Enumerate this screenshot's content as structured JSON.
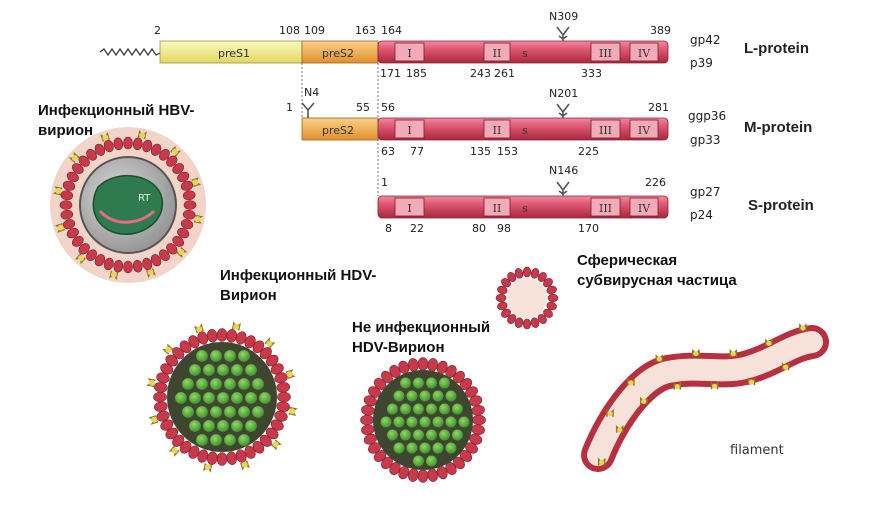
{
  "proteins": [
    {
      "name": "L-protein",
      "gp_top": "gp42",
      "gp_bottom": "p39",
      "start": "2",
      "marks_top": [
        "108",
        "109",
        "163",
        "164"
      ],
      "glyco": "N309",
      "end": "389",
      "marks_bottom": [
        "171",
        "185",
        "243",
        "261",
        "333"
      ],
      "segments": [
        "preS1",
        "preS2"
      ]
    },
    {
      "name": "M-protein",
      "gp_top": "ggp36",
      "gp_bottom": "gp33",
      "start": "1",
      "n_glyco": "N4",
      "marks_top": [
        "55",
        "56"
      ],
      "glyco": "N201",
      "end": "281",
      "marks_bottom": [
        "63",
        "77",
        "135",
        "153",
        "225"
      ],
      "segments": [
        "preS2"
      ]
    },
    {
      "name": "S-protein",
      "gp_top": "gp27",
      "gp_bottom": "p24",
      "start": "1",
      "glyco": "N146",
      "end": "226",
      "marks_bottom": [
        "8",
        "22",
        "80",
        "98",
        "170"
      ],
      "segments": []
    }
  ],
  "domains": [
    "I",
    "II",
    "s",
    "III",
    "IV"
  ],
  "labels": {
    "hbv": "Инфекционный HBV-вирион",
    "hdv": "Инфекционный HDV-Вирион",
    "hdv_non": "Не инфекционный HDV-Вирион",
    "spherical": "Сферическая субвирусная частица",
    "filament": "filament",
    "rt": "RT"
  },
  "colors": {
    "membrane": "#c8394a",
    "pres1": "#f2ee8c",
    "pres2": "#f0a845",
    "s_domain": "#d64a63",
    "core_green": "#4fae3a",
    "core_dark": "#3f4630"
  }
}
